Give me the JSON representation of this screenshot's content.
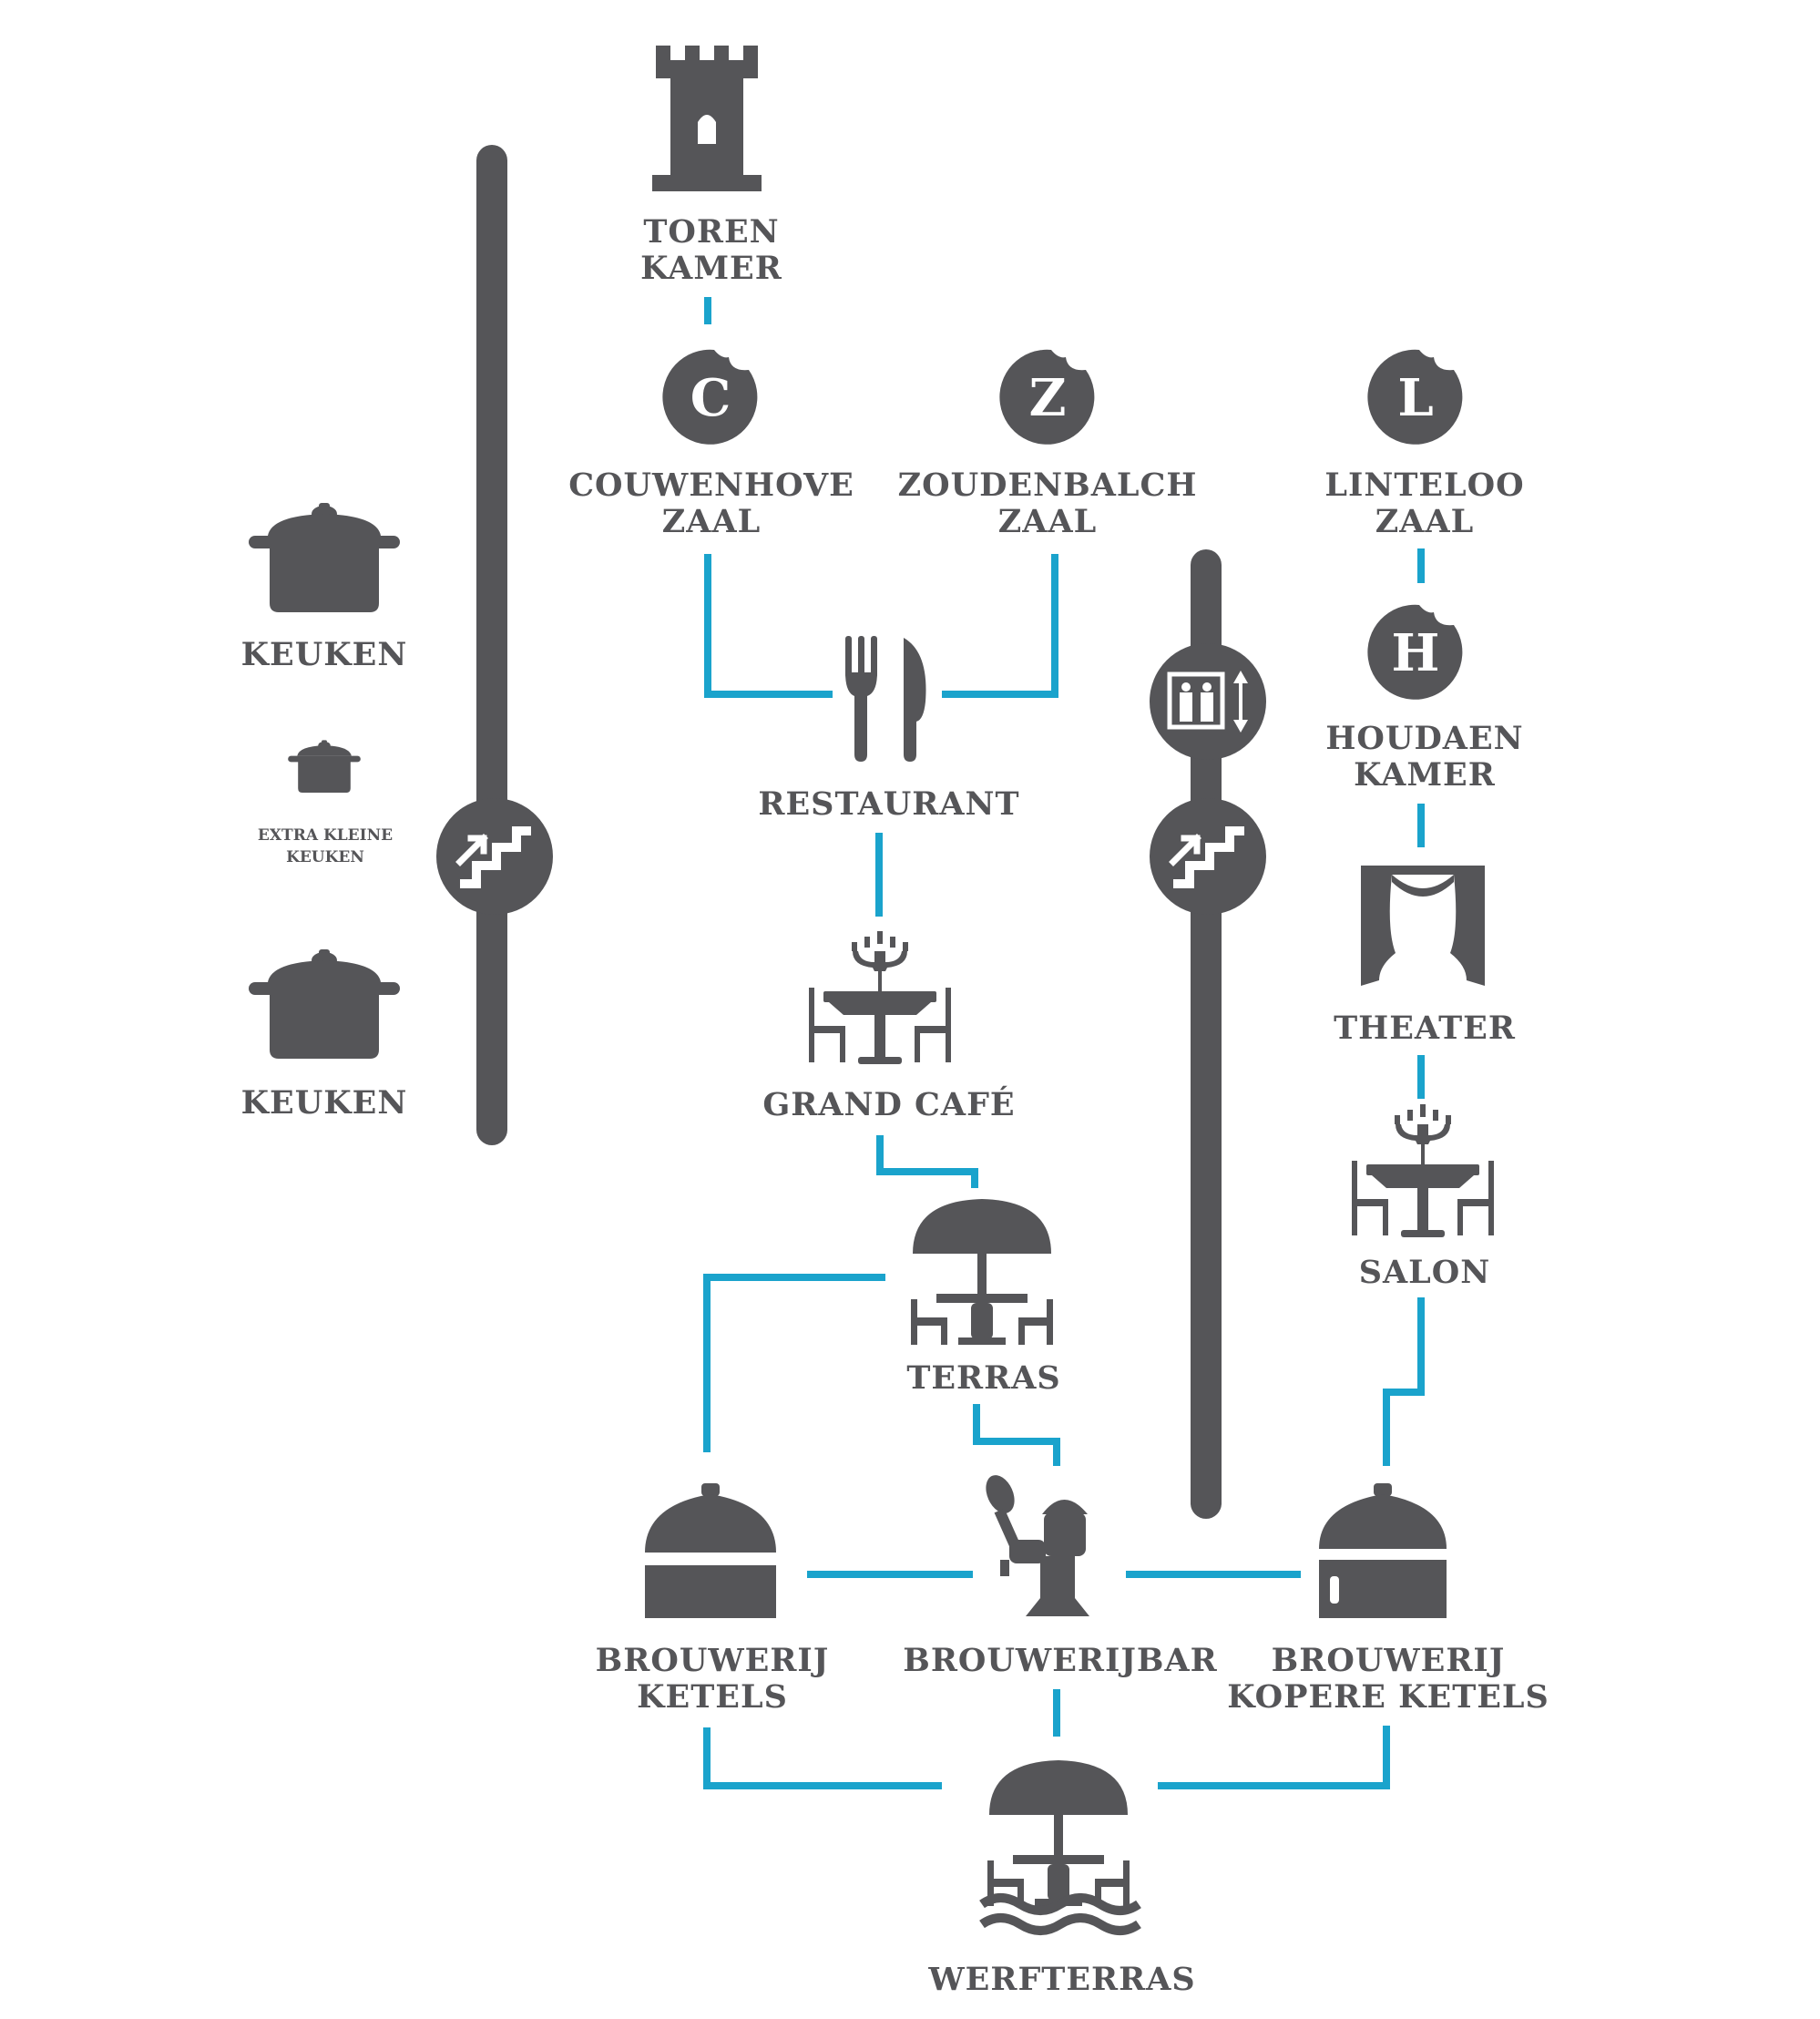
{
  "colors": {
    "icon": "#555558",
    "connector": "#1aa3cc",
    "background": "#ffffff"
  },
  "left_wing": {
    "keuken_top": "KEUKEN",
    "extra_kleine_line1": "EXTRA KLEINE",
    "extra_kleine_line2": "KEUKEN",
    "keuken_bottom": "KEUKEN",
    "icons": [
      "pot-icon",
      "small-pot-icon",
      "stairs-icon"
    ]
  },
  "rooms": {
    "toren": {
      "line1": "TOREN",
      "line2": "KAMER",
      "icon": "tower-icon"
    },
    "couwenhove": {
      "letter": "C",
      "line1": "COUWENHOVE",
      "line2": "ZAAL"
    },
    "zoudenbalch": {
      "letter": "Z",
      "line1": "ZOUDENBALCH",
      "line2": "ZAAL"
    },
    "linteloo": {
      "letter": "L",
      "line1": "LINTELOO",
      "line2": "ZAAL"
    },
    "houdaen": {
      "letter": "H",
      "line1": "HOUDAEN",
      "line2": "KAMER"
    },
    "restaurant": {
      "label": "RESTAURANT",
      "icon": "fork-knife-icon"
    },
    "grand_cafe": {
      "label": "GRAND CAFÉ",
      "icon": "chandelier-table-icon"
    },
    "theater": {
      "label": "THEATER",
      "icon": "stage-curtain-icon"
    },
    "salon": {
      "label": "SALON",
      "icon": "chandelier-table-icon"
    },
    "terras": {
      "label": "TERRAS",
      "icon": "umbrella-table-icon"
    },
    "brouwerij_ketels": {
      "line1": "BROUWERIJ",
      "line2": "KETELS",
      "icon": "brew-kettle-icon"
    },
    "brouwerijbar": {
      "label": "BROUWERIJBAR",
      "icon": "beer-tap-icon"
    },
    "kopere_ketels": {
      "line1": "BROUWERIJ",
      "line2": "KOPERE KETELS",
      "icon": "copper-kettle-icon"
    },
    "werfterras": {
      "label": "WERFTERRAS",
      "icon": "waterside-terrace-icon"
    }
  },
  "right_column_icons": [
    "elevator-icon",
    "stairs-icon"
  ]
}
